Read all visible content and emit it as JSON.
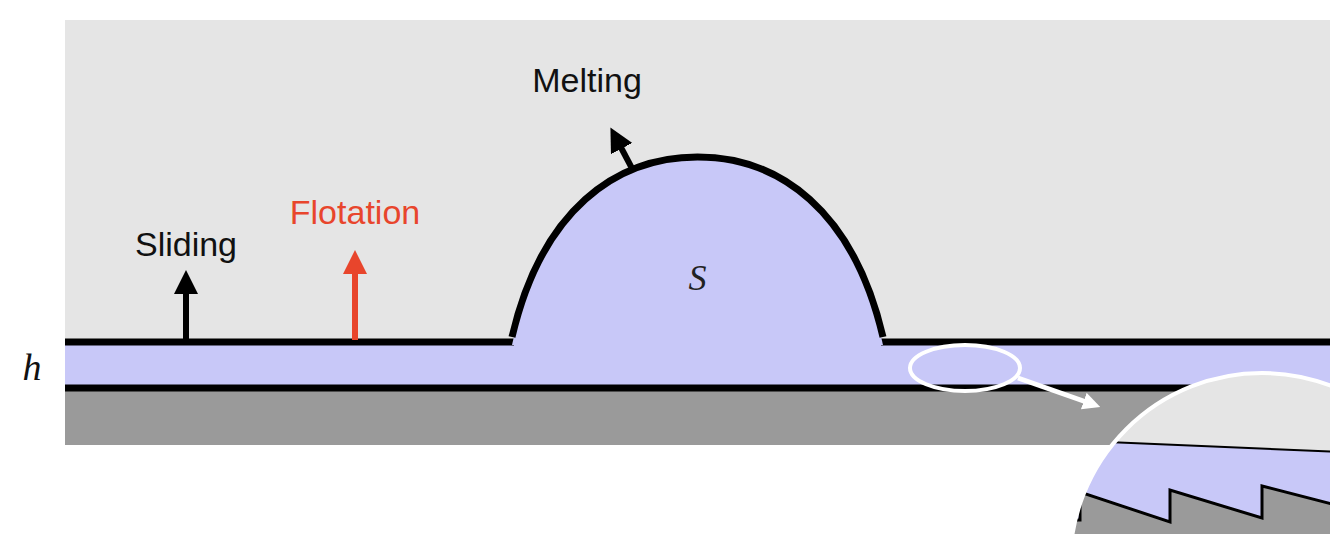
{
  "diagram": {
    "nodes": [
      {
        "text": [
          "S"
        ]
      }
    ],
    "labels": [
      "Sliding",
      "Flotation",
      "Melting",
      "h"
    ]
  }
}
